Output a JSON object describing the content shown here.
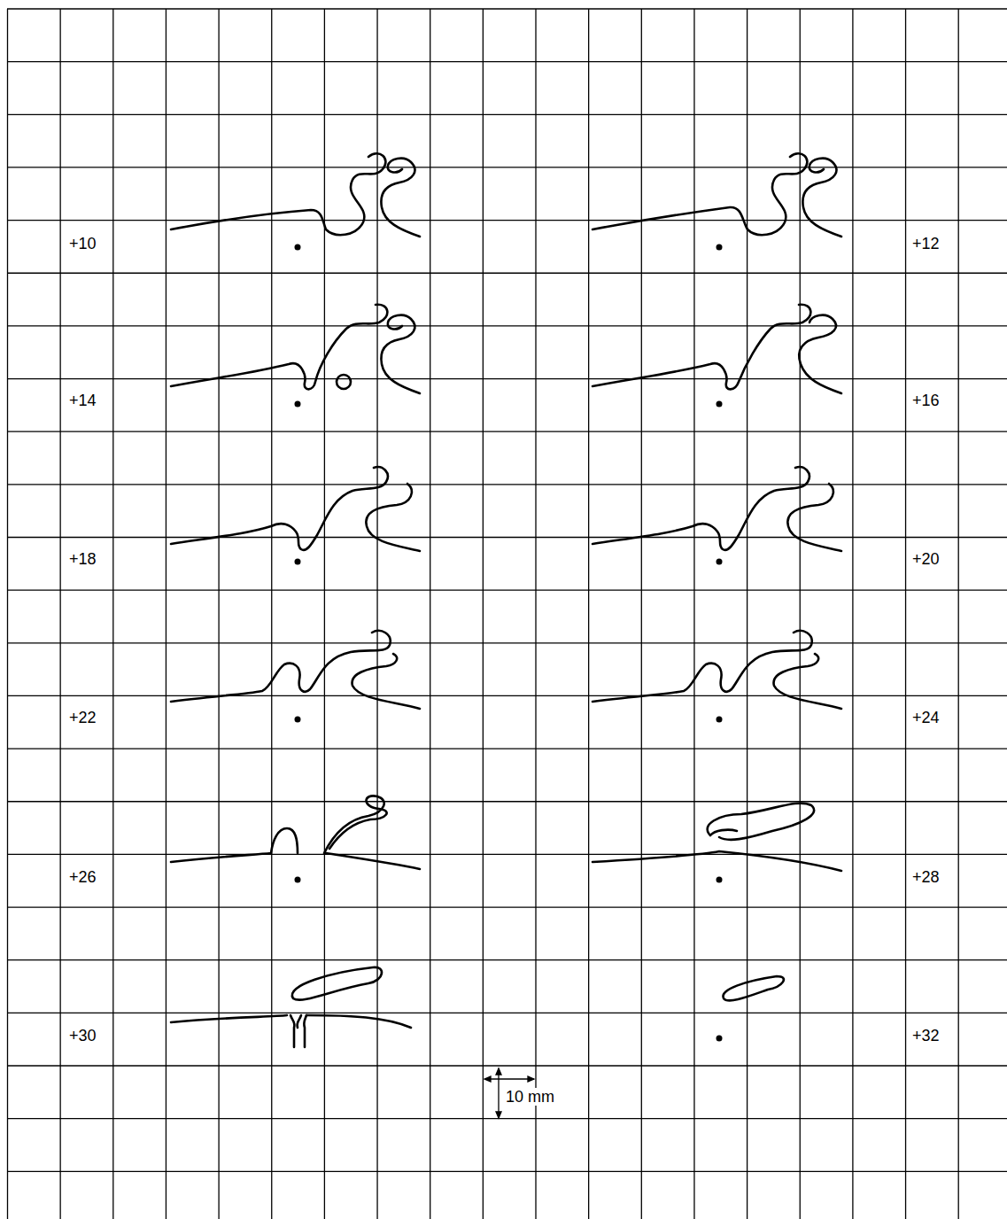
{
  "diagram": {
    "labels": [
      "+10",
      "+12",
      "+14",
      "+16",
      "+18",
      "+20",
      "+22",
      "+24",
      "+26",
      "+28",
      "+30",
      "+32",
      "10 mm"
    ]
  }
}
